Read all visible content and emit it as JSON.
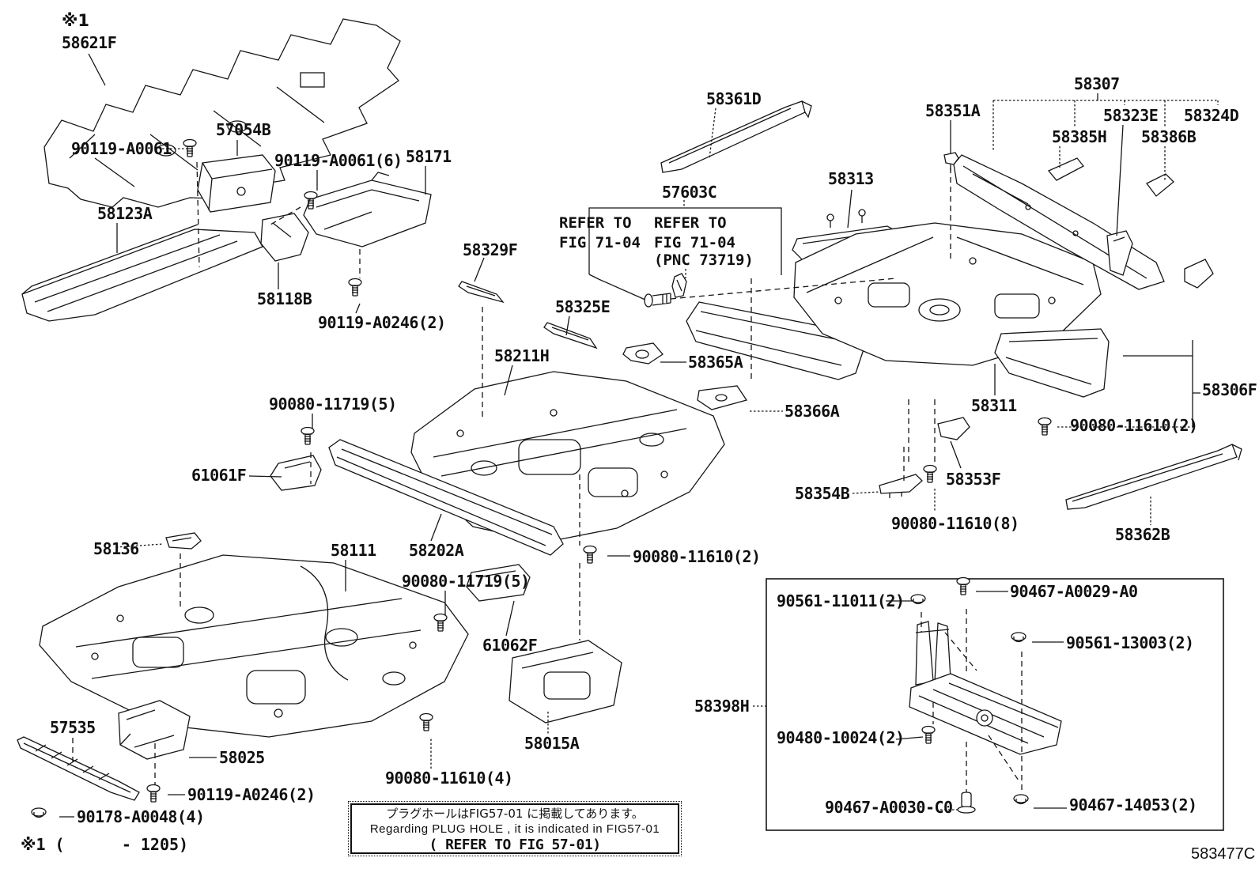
{
  "parts": {
    "58621F": "58621F",
    "57054B": "57054B",
    "90119-A0061": "90119-A0061",
    "90119-A0061(6)": "90119-A0061(6)",
    "58171": "58171",
    "58123A": "58123A",
    "58118B": "58118B",
    "90119-A0246(2)": "90119-A0246(2)",
    "58329F": "58329F",
    "58361D": "58361D",
    "57603C": "57603C",
    "58325E": "58325E",
    "58211H": "58211H",
    "58365A": "58365A",
    "58366A": "58366A",
    "58313": "58313",
    "58351A": "58351A",
    "58307": "58307",
    "58323E": "58323E",
    "58324D": "58324D",
    "58385H": "58385H",
    "58386B": "58386B",
    "58311": "58311",
    "58306F": "58306F",
    "90080-11610(2)": "90080-11610(2)",
    "90080-11719(5)": "90080-11719(5)",
    "61061F": "61061F",
    "58354B": "58354B",
    "58353F": "58353F",
    "90080-11610(8)": "90080-11610(8)",
    "58362B": "58362B",
    "58136": "58136",
    "58111": "58111",
    "58202A": "58202A",
    "61062F": "61062F",
    "58015A": "58015A",
    "90080-11610(4)": "90080-11610(4)",
    "58398H": "58398H",
    "90561-11011(2)": "90561-11011(2)",
    "90467-A0029-A0": "90467-A0029-A0",
    "90561-13003(2)": "90561-13003(2)",
    "90480-10024(2)": "90480-10024(2)",
    "90467-A0030-C0": "90467-A0030-C0",
    "90467-14053(2)": "90467-14053(2)",
    "57535": "57535",
    "58025": "58025",
    "90178-A0048(4)": "90178-A0048(4)"
  },
  "notes": {
    "variant_mark": "※1",
    "footnote": "※1 (      - 1205)",
    "refer_left_l1": "REFER TO",
    "refer_left_l2": "FIG 71-04",
    "refer_right_l1": "REFER TO",
    "refer_right_l2": "FIG 71-04",
    "refer_right_l3": "(PNC 73719)",
    "plug_jp": "プラグホールはFIG57-01 に掲載してあります。",
    "plug_en": "Regarding PLUG HOLE , it is indicated in FIG57-01",
    "plug_ref": "( REFER TO FIG 57-01)",
    "figure_code": "583477C"
  }
}
